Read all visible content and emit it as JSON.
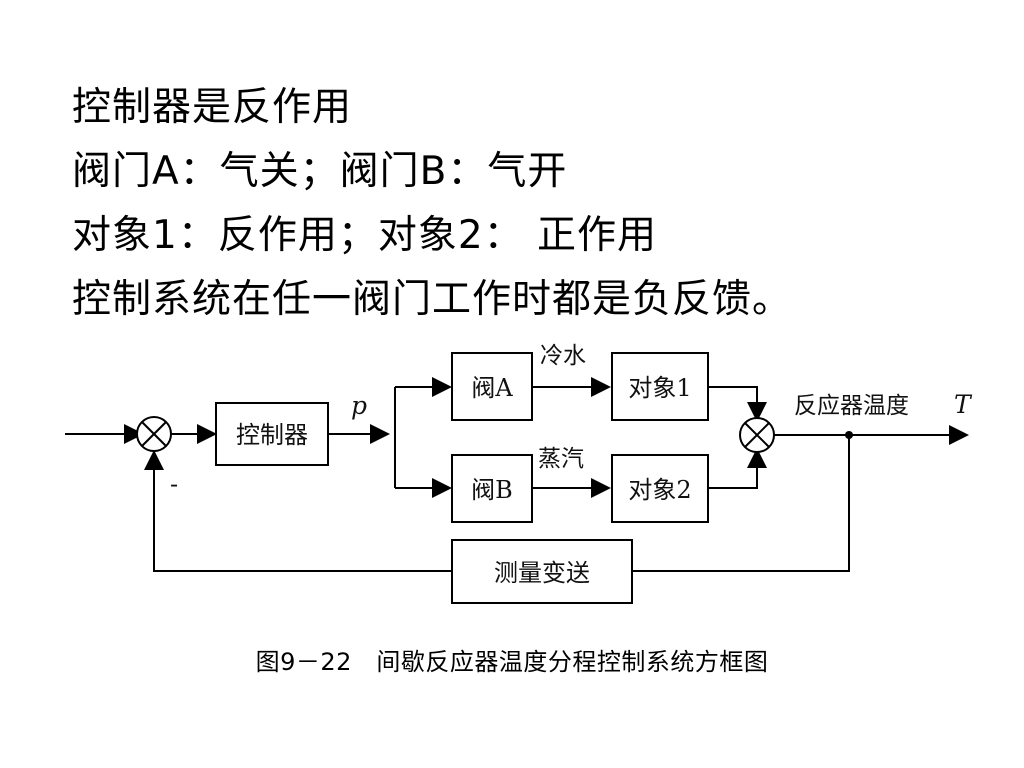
{
  "slide": {
    "lines": [
      "控制器是反作用",
      "阀门A：气关；阀门B：气开",
      "对象1：反作用；对象2： 正作用",
      "控制系统在任一阀门工作时都是负反馈。"
    ]
  },
  "diagram": {
    "controller": "控制器",
    "controller_output": "p",
    "valve_a": "阀A",
    "valve_b": "阀B",
    "object_1": "对象1",
    "object_2": "对象2",
    "cold_water": "冷水",
    "steam": "蒸汽",
    "output_label": "反应器温度",
    "output_symbol": "T",
    "measurement": "测量变送",
    "feedback_sign": "-"
  },
  "caption": "图9－22　间歇反应器温度分程控制系统方框图",
  "colors": {
    "background": "#ffffff",
    "line": "#000000"
  }
}
